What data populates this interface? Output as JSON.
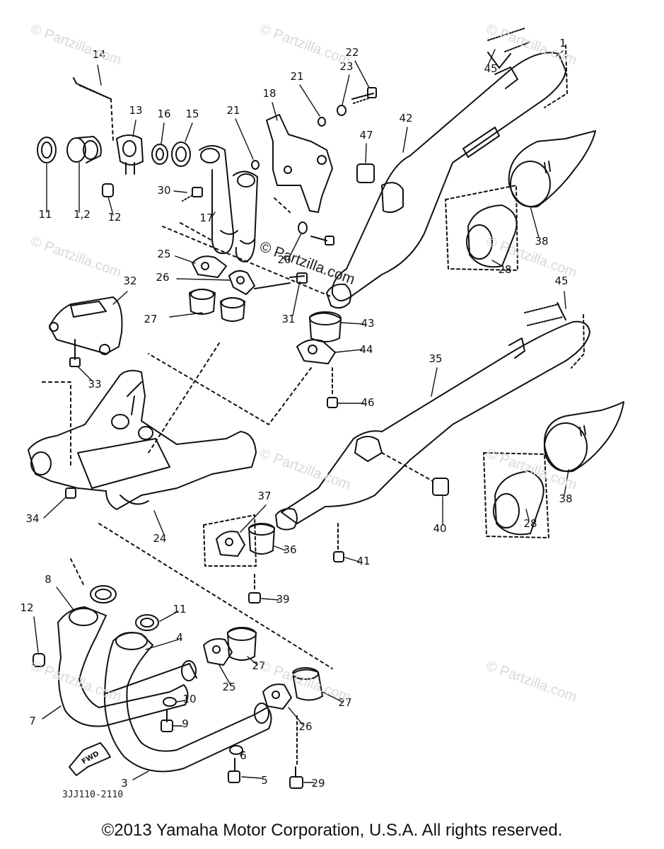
{
  "watermark": "© Partzilla.com",
  "diagram_code": "3JJ110-2110",
  "fwd_arrow_label": "FWD",
  "copyright": "©2013  Yamaha Motor Corporation, U.S.A. All rights reserved.",
  "callouts": [
    "14",
    "13",
    "16",
    "15",
    "21",
    "18",
    "21",
    "23",
    "22",
    "45",
    "1",
    "47",
    "42",
    "11",
    "1,2",
    "12",
    "30",
    "17",
    "20",
    "38",
    "28",
    "25",
    "26",
    "27",
    "31",
    "43",
    "44",
    "32",
    "33",
    "35",
    "46",
    "45",
    "38",
    "28",
    "34",
    "24",
    "37",
    "36",
    "40",
    "41",
    "39",
    "8",
    "12",
    "11",
    "4",
    "27",
    "25",
    "27",
    "7",
    "10",
    "9",
    "26",
    "6",
    "5",
    "29",
    "3"
  ]
}
